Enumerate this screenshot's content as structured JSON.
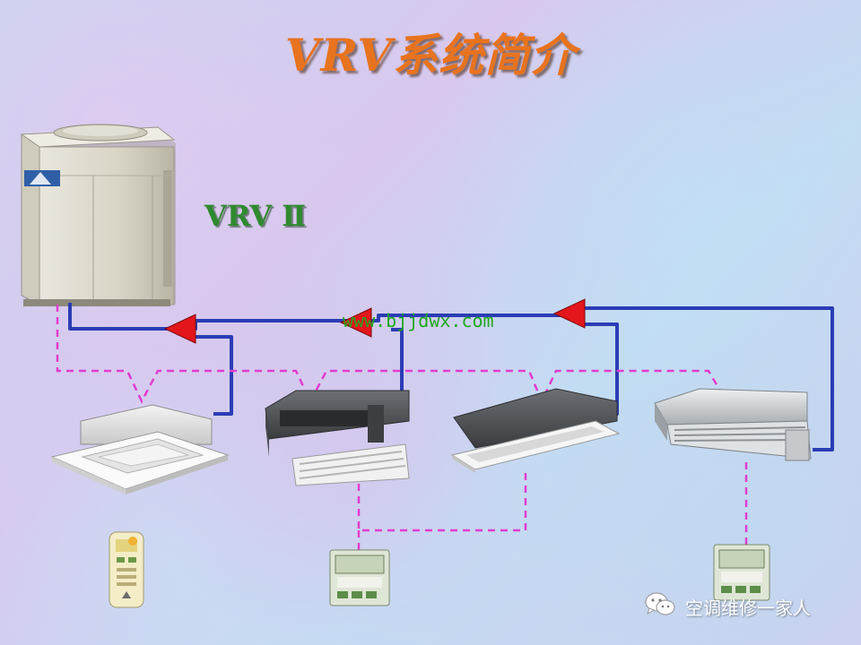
{
  "title": "VRV系统简介",
  "subtitle": "VRV Ⅱ",
  "watermark": "www.bjjdwx.com",
  "brand": {
    "name": "空调维修一家人",
    "icon": "wechat-icon"
  },
  "colors": {
    "title": "#e8731e",
    "subtitle": "#2f8a2f",
    "refrigerant_pipe": "#2b3db5",
    "control_wire": "#e23ccf",
    "arrow": "#e3161b",
    "watermark": "#1fa81f"
  }
}
